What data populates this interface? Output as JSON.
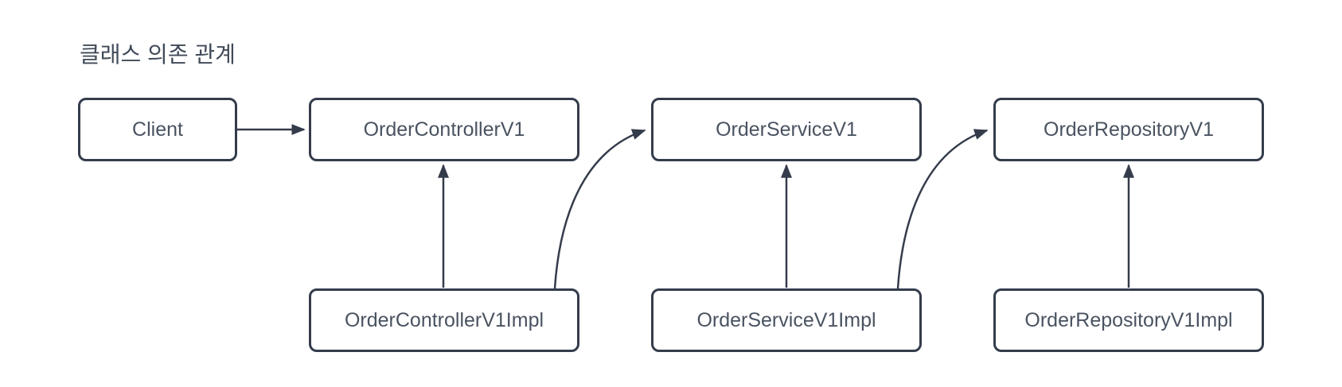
{
  "title": "클래스 의존 관계",
  "colors": {
    "background": "#ffffff",
    "stroke": "#343c4b",
    "node_fill": "#ffffff",
    "text": "#4a5361"
  },
  "nodes": {
    "client": {
      "label": "Client"
    },
    "order_controller_v1": {
      "label": "OrderControllerV1"
    },
    "order_service_v1": {
      "label": "OrderServiceV1"
    },
    "order_repository_v1": {
      "label": "OrderRepositoryV1"
    },
    "order_controller_v1_impl": {
      "label": "OrderControllerV1Impl"
    },
    "order_service_v1_impl": {
      "label": "OrderServiceV1Impl"
    },
    "order_repository_v1_impl": {
      "label": "OrderRepositoryV1Impl"
    }
  },
  "edges": [
    {
      "from": "Client",
      "to": "OrderControllerV1",
      "style": "straight-arrow"
    },
    {
      "from": "OrderControllerV1Impl",
      "to": "OrderControllerV1",
      "style": "straight-arrow"
    },
    {
      "from": "OrderControllerV1Impl",
      "to": "OrderServiceV1",
      "style": "curved-arrow"
    },
    {
      "from": "OrderServiceV1Impl",
      "to": "OrderServiceV1",
      "style": "straight-arrow"
    },
    {
      "from": "OrderServiceV1Impl",
      "to": "OrderRepositoryV1",
      "style": "curved-arrow"
    },
    {
      "from": "OrderRepositoryV1Impl",
      "to": "OrderRepositoryV1",
      "style": "straight-arrow"
    }
  ]
}
